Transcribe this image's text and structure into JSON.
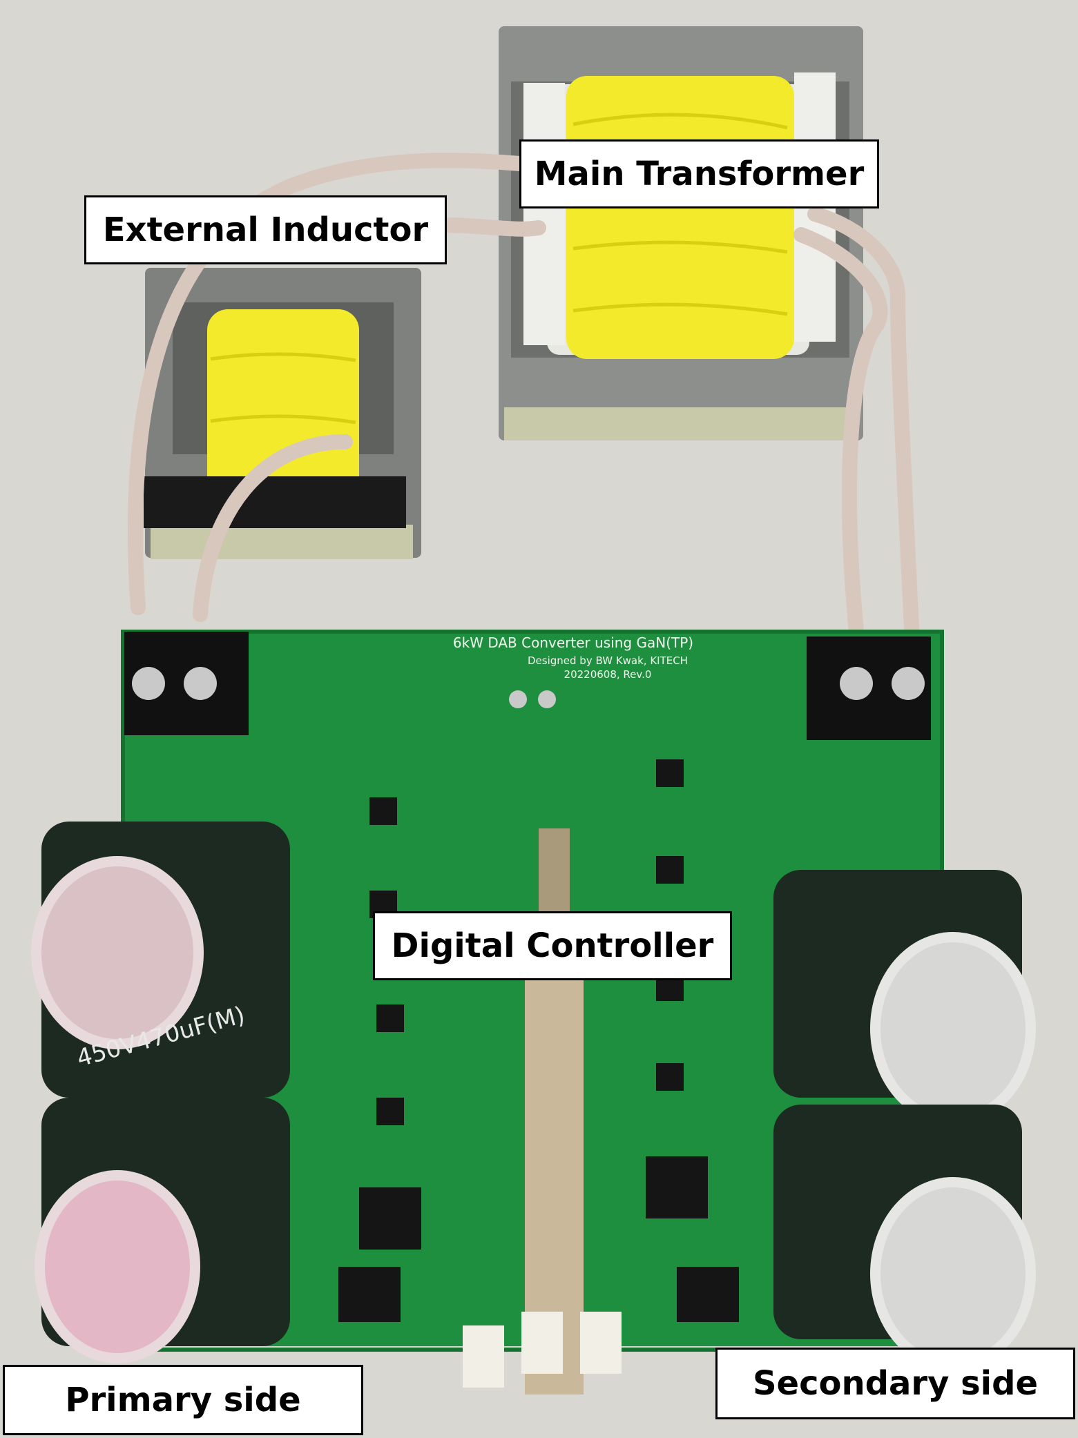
{
  "labels": {
    "main_transformer": "Main Transformer",
    "external_inductor": "External Inductor",
    "digital_controller": "Digital Controller",
    "primary_side": "Primary side",
    "secondary_side": "Secondary side"
  },
  "pcb_silkscreen": {
    "title": "6kW DAB Converter using GaN(TP)",
    "designer": "Designed by BW Kwak, KITECH",
    "revision": "20220608, Rev.0"
  },
  "capacitor_marking": "450V470uF(M)",
  "colors": {
    "background": "#d9d7d2",
    "pcb": "#1e8f3f",
    "ferrite_core": "#8d8f8c",
    "winding_tape": "#f2ea2a",
    "capacitor_sleeve": "#1c2a22",
    "label_fill": "#ffffff",
    "label_border": "#000000"
  }
}
